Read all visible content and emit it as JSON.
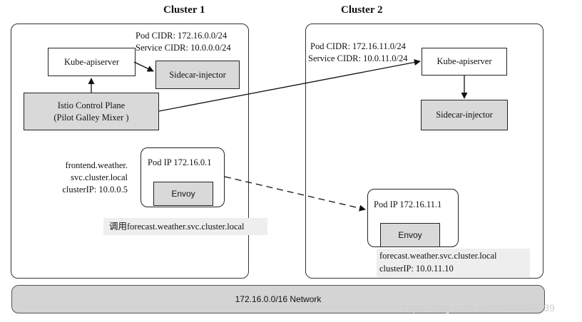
{
  "cluster1": {
    "title": "Cluster 1",
    "cidr_pod": "Pod CIDR: 172.16.0.0/24",
    "cidr_service": "Service CIDR: 10.0.0.0/24",
    "kube_apiserver": "Kube-apiserver",
    "sidecar_injector": "Sidecar-injector",
    "control_plane_line1": "Istio Control Plane",
    "control_plane_line2": "(Pilot Galley Mixer )",
    "service_line1": "frontend.weather.",
    "service_line2": "svc.cluster.local",
    "service_line3": "clusterIP: 10.0.0.5",
    "pod_ip": "Pod IP 172.16.0.1",
    "envoy": "Envoy",
    "call_note": "调用forecast.weather.svc.cluster.local"
  },
  "cluster2": {
    "title": "Cluster 2",
    "cidr_pod": "Pod CIDR: 172.16.11.0/24",
    "cidr_service": "Service CIDR: 10.0.11.0/24",
    "kube_apiserver": "Kube-apiserver",
    "sidecar_injector": "Sidecar-injector",
    "pod_ip": "Pod IP 172.16.11.1",
    "envoy": "Envoy",
    "service_line1": "forecast.weather.svc.cluster.local",
    "service_line2": "clusterIP: 10.0.11.10"
  },
  "network": {
    "label": "172.16.0.0/16 Network"
  },
  "watermark": "https://blog.csdn.net/h2604396739"
}
